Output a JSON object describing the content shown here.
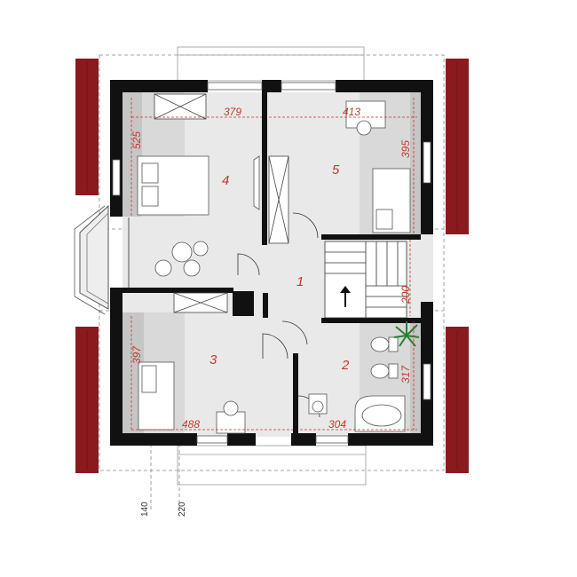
{
  "colors": {
    "wall": "#111111",
    "roof": "#8b1a1f",
    "floor": "#e9e9e9",
    "shade_dark": "#c6c6c6",
    "shade_mid": "#d9d9d9",
    "dim": "#c0392b",
    "dashed": "#888888"
  },
  "rooms": [
    {
      "id": "hall",
      "label": "1"
    },
    {
      "id": "bathroom",
      "label": "2"
    },
    {
      "id": "bedroom-3",
      "label": "3"
    },
    {
      "id": "bedroom-4",
      "label": "4"
    },
    {
      "id": "bedroom-5",
      "label": "5"
    }
  ],
  "dimensions": {
    "room4_width": "379",
    "room4_depth": "525",
    "room5_width": "413",
    "room5_depth": "395",
    "room3_width": "488",
    "room3_depth": "397",
    "room2_width": "304",
    "room2_depth": "317",
    "stair_width": "200"
  },
  "exterior": {
    "label_a": "140",
    "label_b": "220"
  }
}
